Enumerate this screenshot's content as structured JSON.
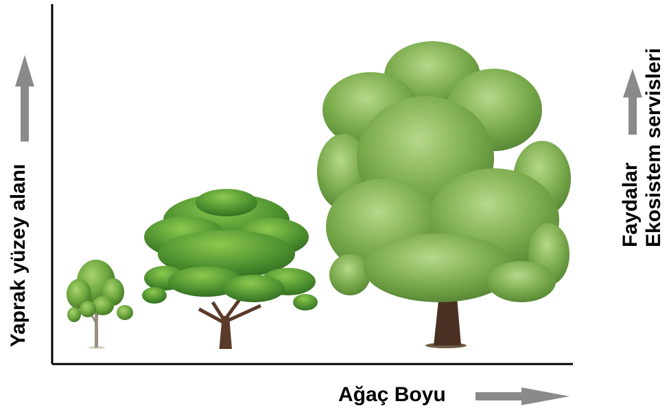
{
  "y_axis": {
    "label": "Yaprak yüzey alanı"
  },
  "x_axis": {
    "label": "Ağaç Boyu"
  },
  "right_label": {
    "line1": "Faydalar",
    "line2": "Ekosistem servisleri"
  },
  "trees": [
    {
      "name": "small-tree"
    },
    {
      "name": "medium-tree"
    },
    {
      "name": "large-tree"
    }
  ],
  "colors": {
    "axis": "#000000",
    "arrow": "#8a8a8a",
    "foliage_light": "#8fbf5a",
    "foliage_mid": "#5f9a36",
    "foliage_dark": "#3f7325",
    "trunk": "#5a3a28",
    "text": "#000000"
  }
}
